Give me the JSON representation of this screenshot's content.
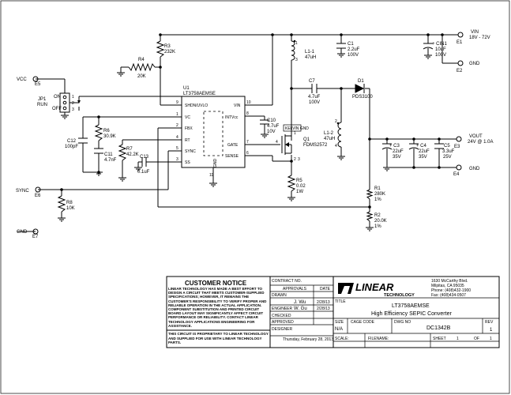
{
  "part": {
    "ref": "U1",
    "name": "LT3758AEMSE"
  },
  "pins_left": [
    {
      "num": "9",
      "name": "SHDN/UVLO"
    },
    {
      "num": "1",
      "name": "VC"
    },
    {
      "num": "2",
      "name": "FBX"
    },
    {
      "num": "4",
      "name": "RT"
    },
    {
      "num": "5",
      "name": "SYNC"
    },
    {
      "num": "3",
      "name": "SS"
    }
  ],
  "pins_right": [
    {
      "num": "10",
      "name": "VIN"
    },
    {
      "num": "8",
      "name": "INTVcc"
    },
    {
      "num": "7",
      "name": "GATE"
    },
    {
      "num": "6",
      "name": "SENSE"
    }
  ],
  "pin_gnd": "GND",
  "pin_gnd_num": "11",
  "terminals": {
    "vcc": {
      "label": "VCC",
      "ref": "E5"
    },
    "sync": {
      "label": "SYNC",
      "ref": "E6"
    },
    "gnd_left": {
      "label": "GND",
      "ref": "E7"
    },
    "vin": {
      "label": "VIN",
      "ref": "E1",
      "rating": "18V - 72V"
    },
    "gnd_in": {
      "label": "GND",
      "ref": "E2"
    },
    "vout": {
      "label": "VOUT",
      "ref": "E3",
      "rating": "24V @ 1.0A"
    },
    "gnd_out": {
      "label": "GND",
      "ref": "E4"
    }
  },
  "jumper": {
    "ref": "JP1",
    "name": "RUN",
    "on": "ON",
    "off": "OFF",
    "pin1": "1",
    "pin2": "2",
    "pin3": "3"
  },
  "components": {
    "r3": {
      "ref": "R3",
      "value": "232K"
    },
    "r4": {
      "ref": "R4",
      "value": "20K"
    },
    "r6": {
      "ref": "R6",
      "value": "30.9K"
    },
    "r7": {
      "ref": "R7",
      "value": "42.2K"
    },
    "r8": {
      "ref": "R8",
      "value": "10K"
    },
    "r5": {
      "ref": "R5",
      "value": "0.02",
      "value2": "1W"
    },
    "r1": {
      "ref": "R1",
      "value": "280K",
      "value2": "1%"
    },
    "r2": {
      "ref": "R2",
      "value": "20.0K",
      "value2": "1%"
    },
    "c12": {
      "ref": "C12",
      "value": "100pF"
    },
    "c11": {
      "ref": "C11",
      "value": "4.7nF"
    },
    "c13": {
      "ref": "C13",
      "value": "0.1uF"
    },
    "c10": {
      "ref": "C10",
      "value": "4.7uF",
      "value2": "10V"
    },
    "c1": {
      "ref": "C1",
      "value": "2.2uF",
      "value2": "100V"
    },
    "c7": {
      "ref": "C7",
      "value": "4.7uF",
      "value2": "100V"
    },
    "cin1": {
      "ref": "+ CIN1",
      "value": "10uF",
      "value2": "100V"
    },
    "c3": {
      "ref": "+ C3",
      "value": "22uF",
      "value2": "35V"
    },
    "c4": {
      "ref": "+ C4",
      "value": "22uF",
      "value2": "35V"
    },
    "c5": {
      "ref": "C5",
      "value": "3.3uF",
      "value2": "25V"
    },
    "l11": {
      "ref": "L1-1",
      "value": "47uH"
    },
    "l12": {
      "ref": "L1-2",
      "value": "47uH"
    },
    "d1": {
      "ref": "D1",
      "value": "PDS3100"
    },
    "q1": {
      "ref": "Q1",
      "value": "FDMS2572"
    },
    "q1_pins": {
      "p1": "1",
      "p2": "2",
      "p3": "3",
      "p4": "4"
    },
    "q1_tag": "KELVIN GND",
    "l_pins": {
      "a": "1",
      "b": "3"
    },
    "l2_pins": {
      "a": "2",
      "b": "4"
    },
    "sync_pin": "5",
    "gnd_pin_label": "GND"
  },
  "title_block": {
    "notice_title": "CUSTOMER NOTICE",
    "notice_body": "LINEAR TECHNOLOGY HAS MADE A BEST EFFORT TO DESIGN A CIRCUIT THAT MEETS CUSTOMER-SUPPLIED SPECIFICATIONS; HOWEVER, IT REMAINS THE CUSTOMER'S RESPONSIBILITY TO VERIFY PROPER AND RELIABLE OPERATION IN THE ACTUAL APPLICATION. COMPONENT SUBSTITUTION AND PRINTED CIRCUIT BOARD LAYOUT MAY SIGNIFICANTLY AFFECT CIRCUIT PERFORMANCE OR RELIABILITY. CONTACT LINEAR TECHNOLOGY APPLICATIONS ENGINEERING FOR ASSISTANCE.",
    "proprietary": "THIS CIRCUIT IS PROPRIETARY TO LINEAR TECHNOLOGY AND SUPPLIED FOR USE WITH LINEAR TECHNOLOGY PARTS.",
    "contract_no": "CONTRACT NO.",
    "approvals": "APPROVALS",
    "date_hdr": "DATE",
    "drawn_lbl": "DRAWN",
    "drawn": "J. Wu",
    "drawn_date": "2/28/13",
    "checked_lbl": "CHECKED",
    "approved_lbl": "APPROVED",
    "engineer_lbl": "ENGINEER",
    "engineer": "W. Gu",
    "engineer_date": "2/28/13",
    "designer_lbl": "DESIGNER",
    "print_date": "Thursday, February 28, 2013",
    "logo_text": "LINEAR",
    "logo_sub": "TECHNOLOGY",
    "address1": "1630 McCarthy Blvd.",
    "address2": "Milpitas, CA 95035",
    "phone": "Phone: (408)432-1900",
    "fax": "Fax: (408)434-0507",
    "title_lbl": "TITLE",
    "title": "LT3758AEMSE",
    "subtitle": "High Efficiency SEPIC Converter",
    "size_lbl": "SIZE",
    "cage_lbl": "CAGE CODE",
    "dwg_lbl": "DWG NO",
    "rev_lbl": "REV",
    "size": "N/A",
    "dwg": "DC1342B",
    "rev": "1",
    "scale_lbl": "SCALE:",
    "filename_lbl": "FILENAME:",
    "sheet_lbl": "SHEET",
    "sheet": "1",
    "of_lbl": "OF",
    "of": "1"
  }
}
